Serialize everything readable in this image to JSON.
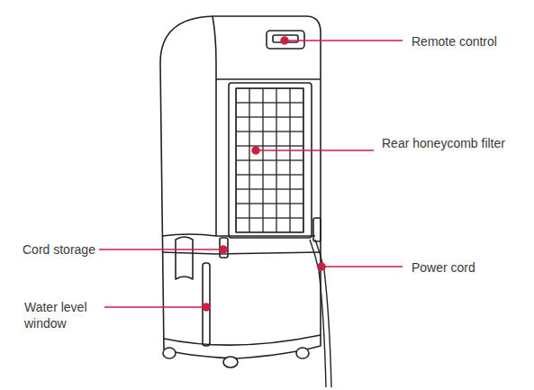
{
  "diagram": {
    "labels": [
      "Remote control",
      "Rear honeycomb filter",
      "Cord storage",
      "Power cord",
      "Water level window"
    ]
  }
}
